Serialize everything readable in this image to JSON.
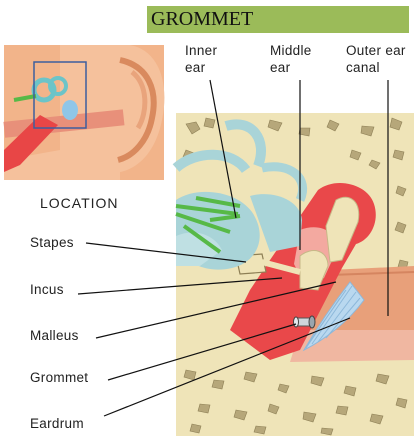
{
  "title": "GROMMET",
  "location_label": "LOCATION",
  "top_labels": {
    "inner": [
      "Inner",
      "ear"
    ],
    "middle": [
      "Middle",
      "ear"
    ],
    "outer": [
      "Outer ear",
      "canal"
    ]
  },
  "side_labels": [
    "Stapes",
    "Incus",
    "Malleus",
    "Grommet",
    "Eardrum"
  ],
  "colors": {
    "title_bg": "#9bbb59",
    "skin": "#f2b48a",
    "bone": "#efe4b8",
    "canal": "#e8a07a",
    "inner_ear": "#a9d4d8",
    "nerve": "#57b947",
    "middle_ear": "#e9484a",
    "eardrum": "#b9d8ef"
  }
}
